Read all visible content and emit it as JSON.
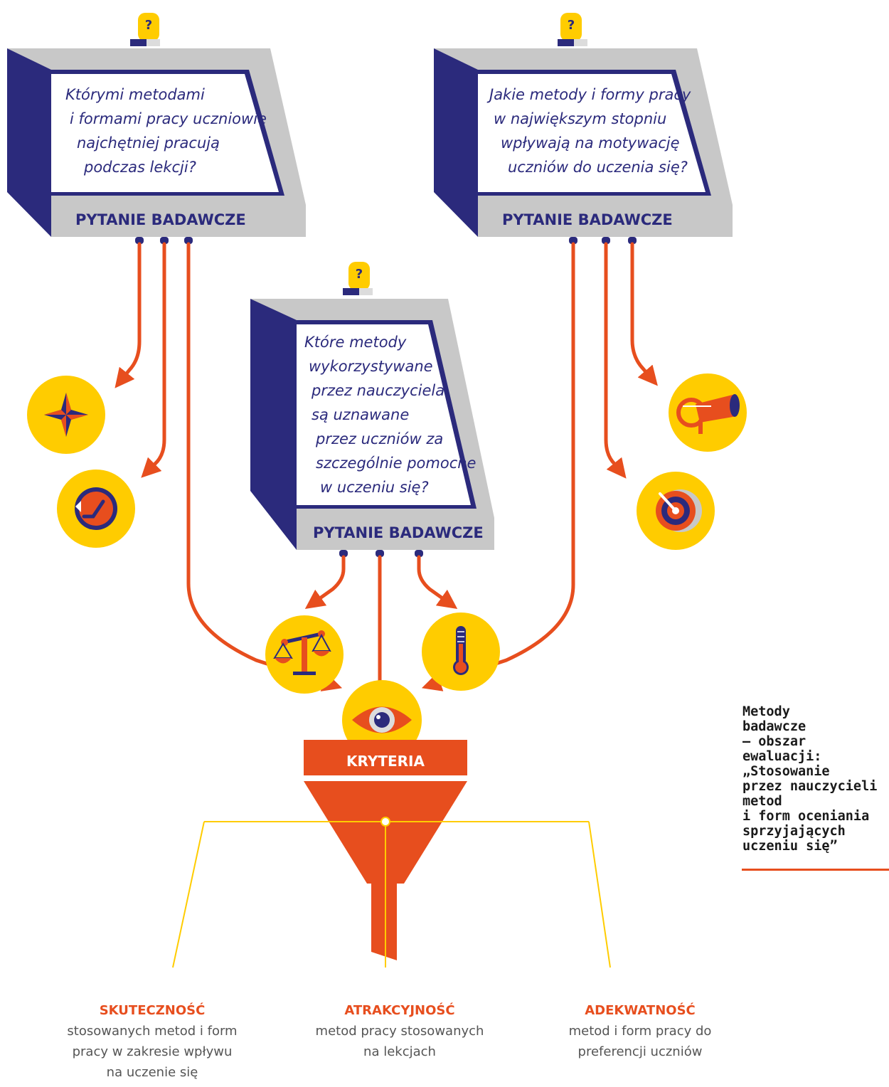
{
  "title_block": {
    "lines": [
      "Metody",
      "badawcze",
      "– obszar",
      "ewaluacji:",
      "„Stosowanie",
      "przez nauczycieli",
      "metod",
      "i form oceniania",
      "sprzyjających",
      "uczeniu się”"
    ]
  },
  "questions": [
    {
      "lines": [
        "Którymi metodami",
        "i formami pracy uczniowie",
        "najchętniej pracują",
        "podczas lekcji?"
      ],
      "label": "PYTANIE BADAWCZE",
      "bang": "?"
    },
    {
      "lines": [
        "Jakie metody i formy pracy",
        "w największym stopniu",
        "wpływają na motywację",
        "uczniów do uczenia się?"
      ],
      "label": "PYTANIE BADAWCZE",
      "bang": "?"
    },
    {
      "lines": [
        "Które metody",
        "wykorzystywane",
        "przez nauczyciela",
        "są uznawane",
        "przez uczniów za",
        "szczególnie pomocne",
        "w uczeniu się?"
      ],
      "label": "PYTANIE BADAWCZE",
      "bang": "?"
    }
  ],
  "icons": [
    "compass-rose-icon",
    "clock-icon",
    "horn-icon",
    "target-icon",
    "scales-icon",
    "thermometer-icon",
    "eye-icon"
  ],
  "funnel": {
    "label": "KRYTERIA"
  },
  "criteria": [
    {
      "title": "SKUTECZNOŚĆ",
      "lines": [
        "stosowanych metod i form",
        "pracy w zakresie wpływu",
        "na uczenie się"
      ]
    },
    {
      "title": "ATRAKCYJNOŚĆ",
      "lines": [
        "metod pracy stosowanych",
        "na lekcjach"
      ]
    },
    {
      "title": "ADEKWATNOŚĆ",
      "lines": [
        "metod i form pracy do",
        "preferencji uczniów"
      ]
    }
  ],
  "colors": {
    "navy": "#2b2a7c",
    "orange": "#e74e1e",
    "yellow": "#ffcc00",
    "gray": "#c8c8c8",
    "light_gray": "#dcdcdc"
  }
}
